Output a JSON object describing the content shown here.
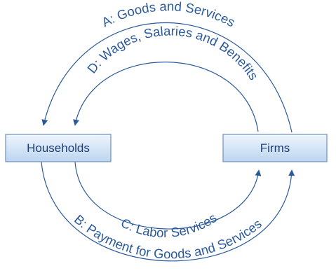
{
  "nodes": {
    "households": "Households",
    "firms": "Firms"
  },
  "flows": {
    "a_label": "A: Goods and Services",
    "b_label": "B: Payment for Goods and Services",
    "c_label": "C: Labor Services",
    "d_label": "D: Wages, Salaries and Benefits"
  },
  "colors": {
    "flow_line": "#2b5a9c",
    "flow_text": "#2b5a9c",
    "box_fill_top": "#eef5fd",
    "box_fill_bottom": "#bcd5ef",
    "box_border": "#6f8fbf",
    "node_text": "#1f3f73"
  }
}
